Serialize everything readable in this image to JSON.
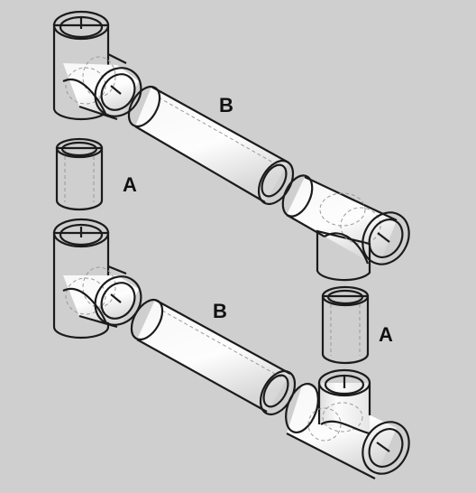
{
  "diagram": {
    "labels": {
      "a_left": "A",
      "a_right": "A",
      "b_top": "B",
      "b_bottom": "B"
    },
    "colors": {
      "background": "#cfcfcf",
      "pipe_light": "#fbfbfb",
      "pipe_shade": "#d9d9d9",
      "outline": "#1b1b1b",
      "hidden_line": "#9a9a9a"
    }
  }
}
